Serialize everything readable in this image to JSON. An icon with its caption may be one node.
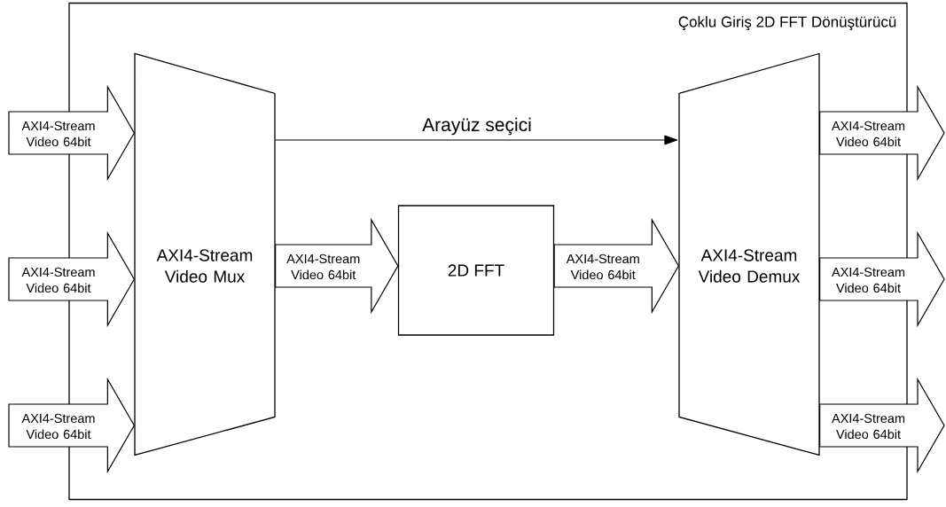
{
  "diagram": {
    "nodes": [
      {
        "text": [
          "Çoklu Giriş 2D FFT Dönüştürücü"
        ]
      },
      {
        "text": [
          "AXI4-Stream Video Mux"
        ],
        "in": 0
      },
      {
        "text": [
          "2D FFT"
        ],
        "in": 0
      },
      {
        "text": [
          "AXI4-Stream Video Demux"
        ],
        "in": 0
      }
    ],
    "edges": [
      {
        "from": null,
        "to": 1,
        "arrow": "to",
        "label": "AXI4-Stream Video 64bit",
        "style": "thick"
      },
      {
        "from": null,
        "to": 1,
        "arrow": "to",
        "label": "AXI4-Stream Video 64bit",
        "style": "thick"
      },
      {
        "from": null,
        "to": 1,
        "arrow": "to",
        "label": "AXI4-Stream Video 64bit",
        "style": "thick"
      },
      {
        "from": 1,
        "to": 3,
        "arrow": "to",
        "label": "Arayüz seçici"
      },
      {
        "from": 1,
        "to": 2,
        "arrow": "to",
        "label": "AXI4-Stream Video 64bit",
        "style": "thick"
      },
      {
        "from": 2,
        "to": 3,
        "arrow": "to",
        "label": "AXI4-Stream Video 64bit",
        "style": "thick"
      },
      {
        "from": 3,
        "to": null,
        "arrow": "to",
        "label": "AXI4-Stream Video 64bit",
        "style": "thick"
      },
      {
        "from": 3,
        "to": null,
        "arrow": "to",
        "label": "AXI4-Stream Video 64bit",
        "style": "thick"
      },
      {
        "from": 3,
        "to": null,
        "arrow": "to",
        "label": "AXI4-Stream Video 64bit",
        "style": "thick"
      }
    ]
  }
}
